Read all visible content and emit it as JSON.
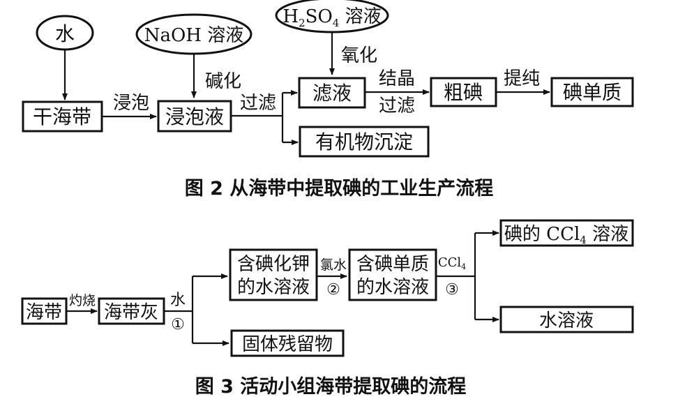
{
  "fig2": {
    "reagent_water": "水",
    "reagent_naoh": "NaOH 溶液",
    "reagent_h2so4_main": "H",
    "reagent_h2so4_sub1": "2",
    "reagent_h2so4_mid": "SO",
    "reagent_h2so4_sub2": "4",
    "reagent_h2so4_tail": " 溶液",
    "box_dry_kelp": "干海带",
    "label_soak": "浸泡",
    "box_soak_liquid": "浸泡液",
    "label_alkalize": "碱化",
    "label_filter1": "过滤",
    "box_filtrate": "滤液",
    "label_oxidize": "氧化",
    "label_crystallize": "结晶",
    "label_filter2": "过滤",
    "box_crude_iodine": "粗碘",
    "label_purify": "提纯",
    "box_iodine": "碘单质",
    "box_organic_precipitate": "有机物沉淀",
    "caption": "图 2    从海带中提取碘的工业生产流程"
  },
  "fig3": {
    "box_kelp": "海带",
    "label_burn": "灼烧",
    "box_kelp_ash": "海带灰",
    "label_water": "水",
    "label_step1": "①",
    "box_ki_line1": "含碘化钾",
    "box_ki_line2": "的水溶液",
    "label_chlorine": "氯水",
    "label_step2": "②",
    "box_i2_line1": "含碘单质",
    "box_i2_line2": "的水溶液",
    "label_ccl4_main": "CCl",
    "label_ccl4_sub": "4",
    "label_step3": "③",
    "box_ccl4_main": "碘的 CCl",
    "box_ccl4_sub": "4",
    "box_ccl4_tail": " 溶液",
    "box_aqueous": "水溶液",
    "box_residue": "固体残留物",
    "caption": "图 3    活动小组海带提取碘的流程"
  }
}
